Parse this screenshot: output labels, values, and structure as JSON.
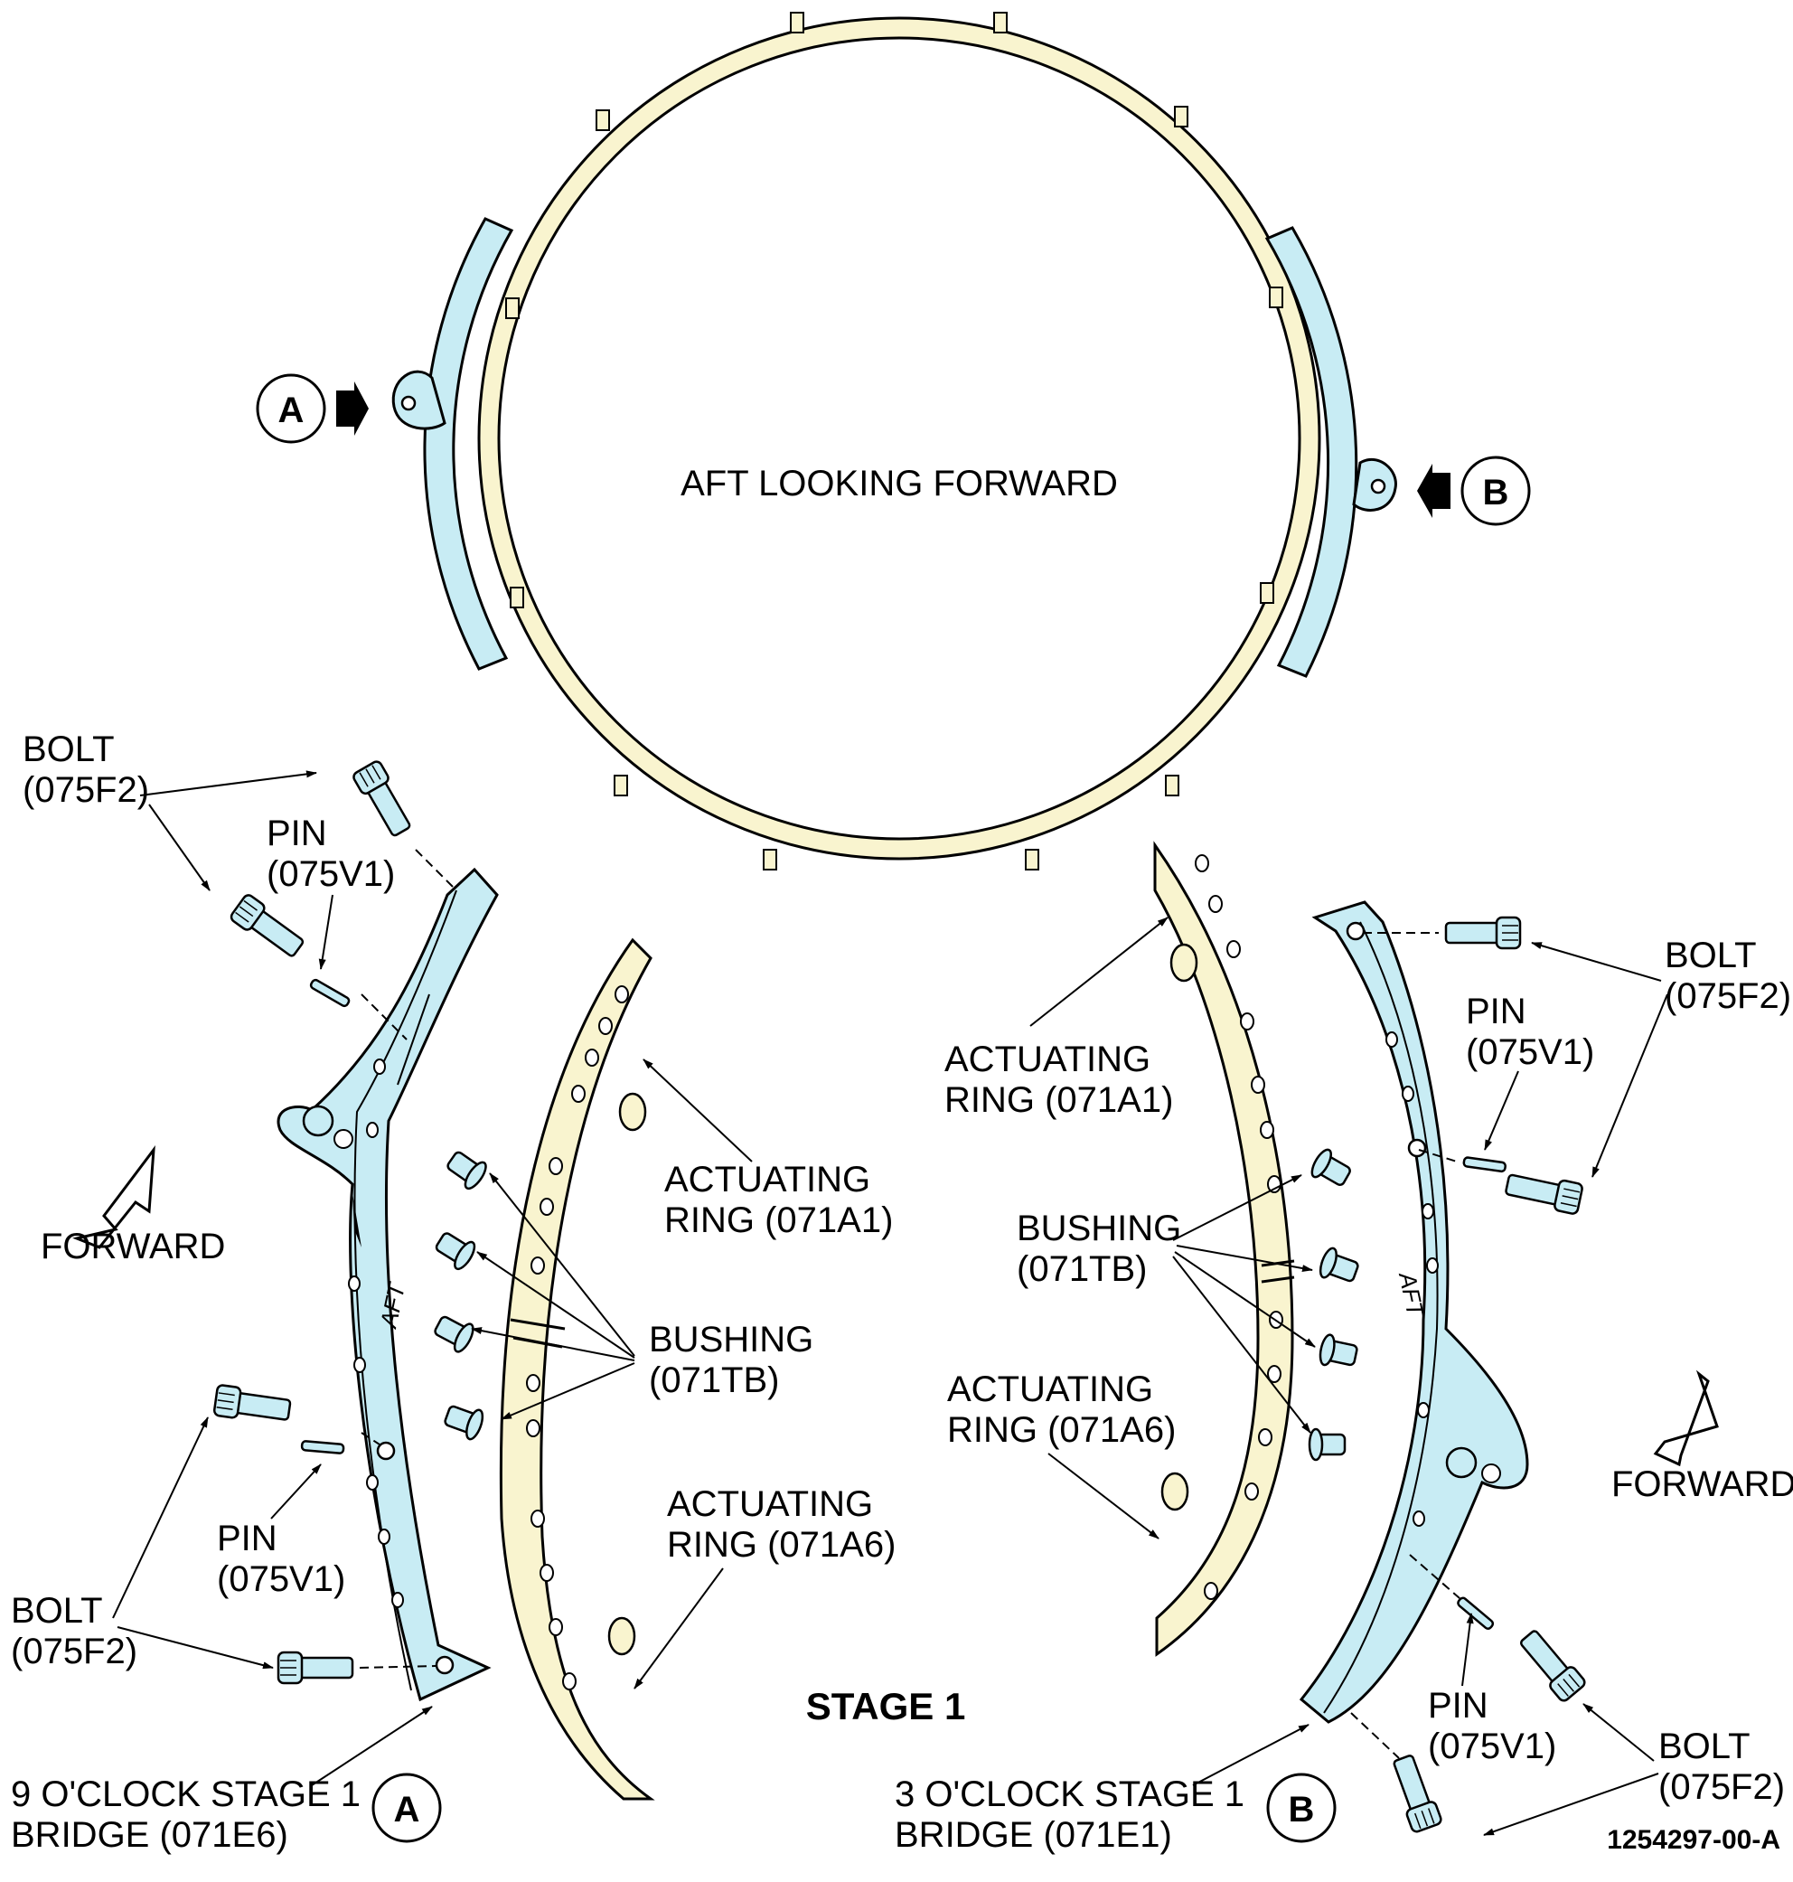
{
  "colors": {
    "ring_fill": "#f9f4cf",
    "bridge_fill": "#c8ecf4",
    "outline": "#000000"
  },
  "overview": {
    "caption": "AFT LOOKING FORWARD",
    "marker_a": "A",
    "marker_b": "B"
  },
  "detail_a": {
    "marker": "A",
    "bolt_top": [
      "BOLT",
      "(075F2)"
    ],
    "pin_top": [
      "PIN",
      "(075V1)"
    ],
    "forward": "FORWARD",
    "actuating_ring_1": [
      "ACTUATING",
      "RING (071A1)"
    ],
    "bushing": [
      "BUSHING",
      "(071TB)"
    ],
    "pin_bottom": [
      "PIN",
      "(075V1)"
    ],
    "actuating_ring_6": [
      "ACTUATING",
      "RING (071A6)"
    ],
    "bolt_bottom": [
      "BOLT",
      "(075F2)"
    ],
    "bridge": [
      "9 O'CLOCK STAGE 1",
      "BRIDGE (071E6)"
    ],
    "aft_mark": "AFT"
  },
  "detail_b": {
    "marker": "B",
    "actuating_ring_1": [
      "ACTUATING",
      "RING (071A1)"
    ],
    "bolt_top": [
      "BOLT",
      "(075F2)"
    ],
    "pin_top": [
      "PIN",
      "(075V1)"
    ],
    "bushing": [
      "BUSHING",
      "(071TB)"
    ],
    "actuating_ring_6": [
      "ACTUATING",
      "RING (071A6)"
    ],
    "forward": "FORWARD",
    "pin_bottom": [
      "PIN",
      "(075V1)"
    ],
    "bolt_bottom": [
      "BOLT",
      "(075F2)"
    ],
    "bridge": [
      "3 O'CLOCK STAGE 1",
      "BRIDGE (071E1)"
    ],
    "aft_mark": "AFT"
  },
  "stage_label": "STAGE 1",
  "figure_ref": "1254297-00-A"
}
